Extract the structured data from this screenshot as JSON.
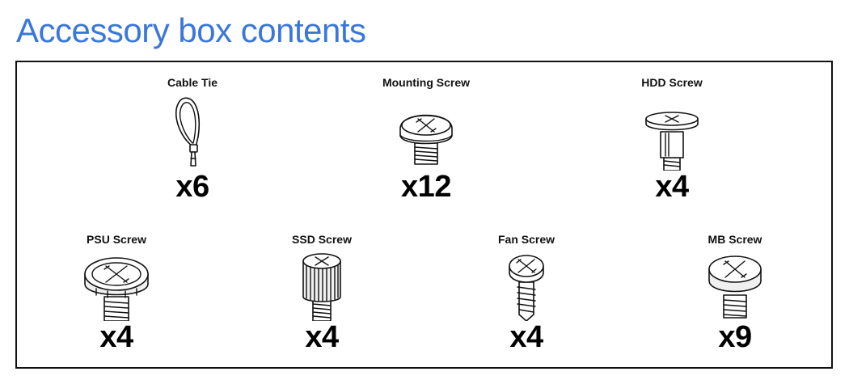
{
  "title": "Accessory box contents",
  "items": [
    {
      "label": "Cable Tie",
      "qty": "x6",
      "icon": "cable-tie-icon"
    },
    {
      "label": "Mounting Screw",
      "qty": "x12",
      "icon": "mounting-screw-icon"
    },
    {
      "label": "HDD Screw",
      "qty": "x4",
      "icon": "hdd-screw-icon"
    },
    {
      "label": "PSU Screw",
      "qty": "x4",
      "icon": "psu-screw-icon"
    },
    {
      "label": "SSD Screw",
      "qty": "x4",
      "icon": "ssd-screw-icon"
    },
    {
      "label": "Fan Screw",
      "qty": "x4",
      "icon": "fan-screw-icon"
    },
    {
      "label": "MB Screw",
      "qty": "x9",
      "icon": "mb-screw-icon"
    }
  ]
}
